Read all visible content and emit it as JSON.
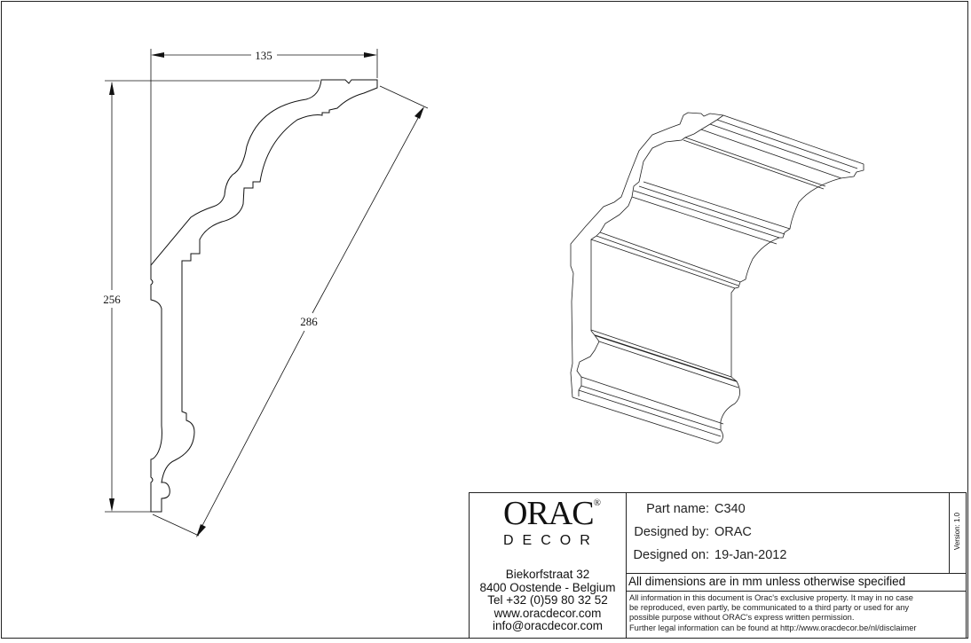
{
  "drawing": {
    "dimension_width": "135",
    "dimension_height": "256",
    "dimension_diagonal": "286"
  },
  "title_block": {
    "logo": {
      "brand": "ORAC",
      "sub": "DECOR",
      "registered": "®"
    },
    "address": [
      "Biekorfstraat 32",
      "8400 Oostende - Belgium",
      "Tel  +32 (0)59 80 32 52",
      "www.oracdecor.com",
      "info@oracdecor.com"
    ],
    "part_name_label": "Part name:",
    "part_name": "C340",
    "designed_by_label": "Designed by:",
    "designed_by": "ORAC",
    "designed_on_label": "Designed on:",
    "designed_on": "19-Jan-2012",
    "version": "Version: 1.0",
    "units_note": "All dimensions are in mm unless otherwise specified",
    "legal": [
      "All information in this document is Orac's exclusive property.  It may in no case",
      "be reproduced, even partly, be communicated to a third party or used for any",
      "possible purpose without ORAC's express written permission.",
      "Further legal information can be found at http://www.oracdecor.be/nl/disclaimer"
    ]
  }
}
